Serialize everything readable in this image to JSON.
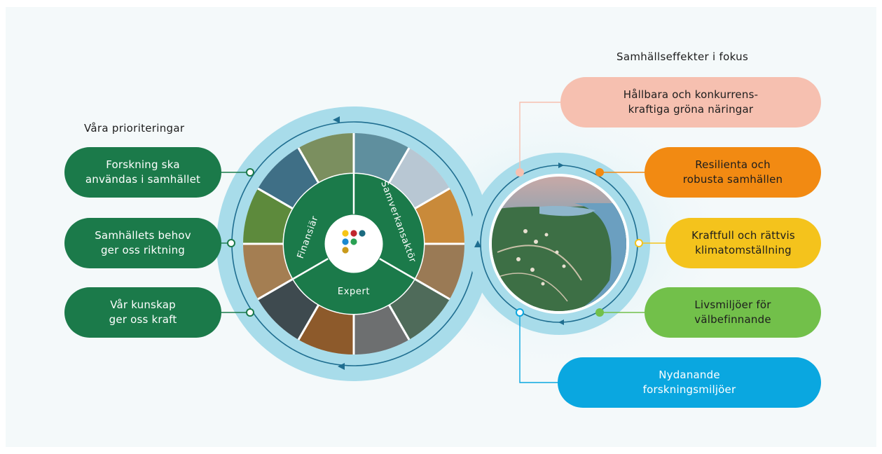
{
  "priorities": {
    "heading": "Våra prioriteringar",
    "items": [
      {
        "label": "Forskning ska\nanvändas i samhället"
      },
      {
        "label": "Samhällets behov\nger oss riktning"
      },
      {
        "label": "Vår kunskap\nger oss kraft"
      }
    ]
  },
  "wheel": {
    "roles": [
      "Finansiär",
      "Samverkansaktör",
      "Expert"
    ],
    "logo_dot_colors": [
      "#f5c518",
      "#c0262d",
      "#1c6b80",
      "#1a88d0",
      "#2aa153",
      "#c99a1a"
    ]
  },
  "effects": {
    "heading": "Samhällseffekter i fokus",
    "items": [
      {
        "label": "Hållbara och konkurrens-\nkraftiga gröna näringar",
        "color": "#f6c0b0",
        "text_color": "#1d1d1d"
      },
      {
        "label": "Resilienta och\nrobusta samhällen",
        "color": "#f28a12",
        "text_color": "#1d1d1d"
      },
      {
        "label": "Kraftfull och rättvis\nklimatomställning",
        "color": "#f4c31c",
        "text_color": "#1d1d1d"
      },
      {
        "label": "Livsmiljöer för\nvälbefinnande",
        "color": "#72c04a",
        "text_color": "#1d1d1d"
      },
      {
        "label": "Nydanande\nforskningsmiljöer",
        "color": "#0aa7e0",
        "text_color": "#ffffff"
      }
    ]
  },
  "colors": {
    "primary_green": "#1b7a4a",
    "ring_light": "#a8dcea",
    "ring_line": "#1f6e90",
    "panel_bg": "#f4f9fa"
  }
}
